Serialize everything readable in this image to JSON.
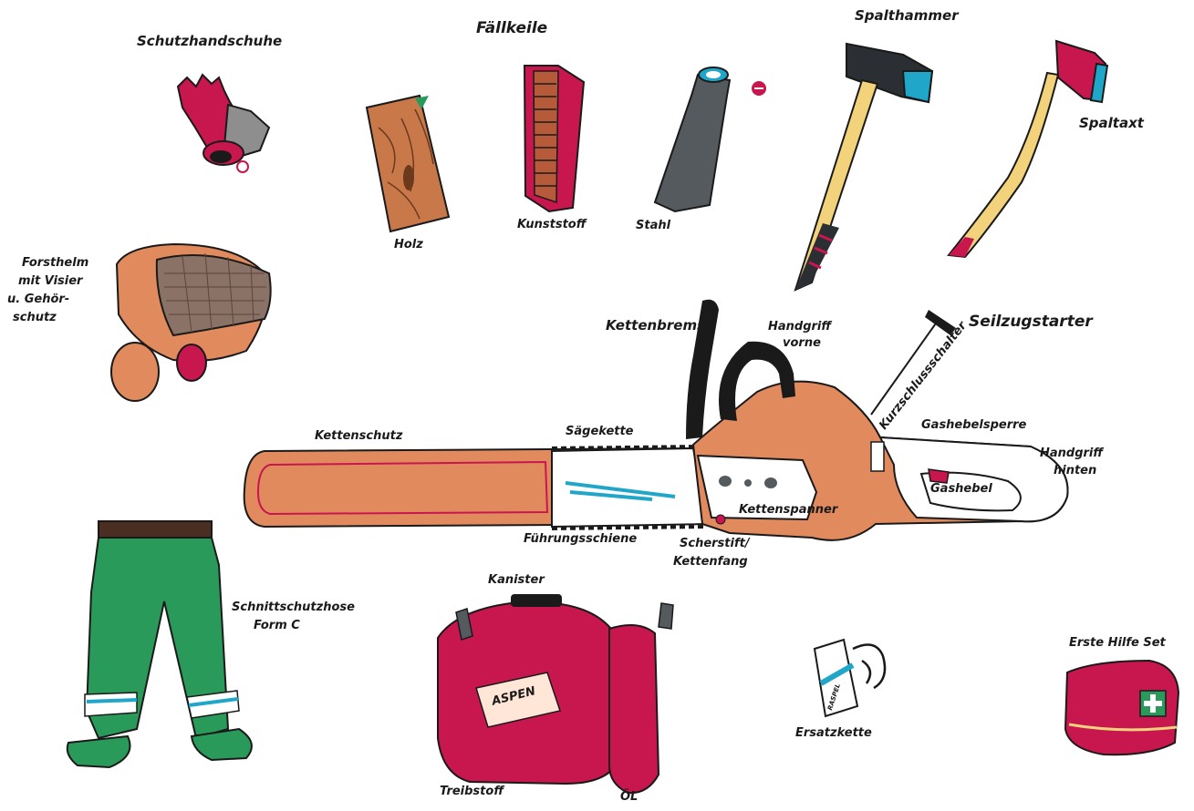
{
  "labels": {
    "gloves": "Schutzhandschuhe",
    "wedges_title": "Fällkeile",
    "wedge_wood": "Holz",
    "wedge_plastic": "Kunststoff",
    "wedge_steel": "Stahl",
    "splitting_hammer": "Spalthammer",
    "splitting_axe": "Spaltaxt",
    "helmet_line1": "Forsthelm",
    "helmet_line2": "mit Visier",
    "helmet_line3": "u. Gehör-",
    "helmet_line4": "schutz",
    "chain_brake": "Kettenbremse",
    "front_handle_line1": "Handgriff",
    "front_handle_line2": "vorne",
    "pull_starter": "Seilzugstarter",
    "kill_switch": "Kurzschlussschalter",
    "chain_guard": "Kettenschutz",
    "saw_chain": "Sägekette",
    "throttle_lock": "Gashebelsperre",
    "rear_handle_line1": "Handgriff",
    "rear_handle_line2": "hinten",
    "throttle": "Gashebel",
    "chain_tensioner": "Kettenspanner",
    "guide_bar": "Führungsschiene",
    "chain_catcher_line1": "Scherstift/",
    "chain_catcher_line2": "Kettenfang",
    "trousers_line1": "Schnittschutzhose",
    "trousers_line2": "Form C",
    "canister": "Kanister",
    "fuel": "Treibstoff",
    "oil": "ÖL",
    "spare_chain": "Ersatzkette",
    "first_aid": "Erste Hilfe Set",
    "canister_brand": "ASPEN",
    "spare_chain_brand": "RASPEL"
  },
  "colors": {
    "red": "#c8174f",
    "salmon": "#e08a5e",
    "wood": "#c9784a",
    "green": "#2a9a5a",
    "steel": "#555a5e",
    "black": "#1a1a1a",
    "cyan": "#1fa6c9",
    "handle_yellow": "#f2d27a"
  }
}
